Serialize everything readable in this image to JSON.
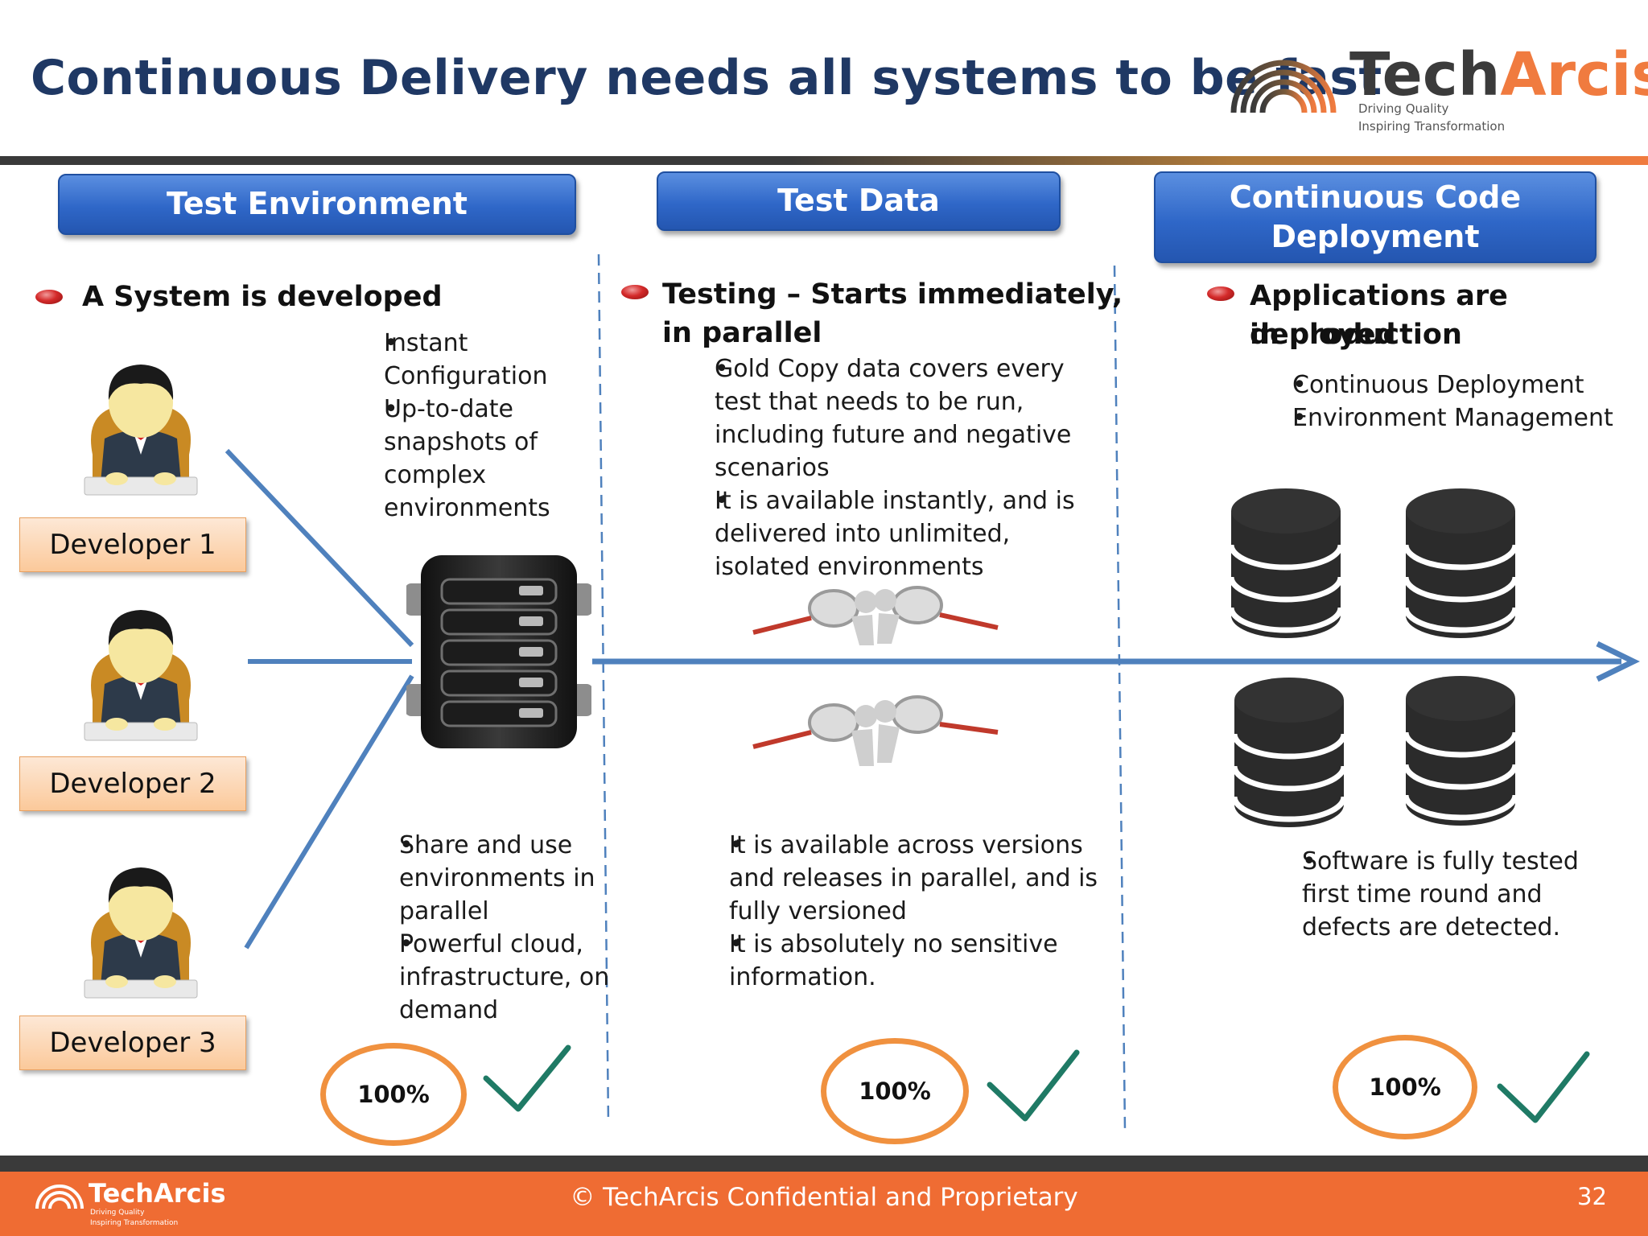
{
  "slide": {
    "title": "Continuous Delivery needs all systems to be fast",
    "page_number": "32"
  },
  "logo": {
    "name_part1": "Tech",
    "name_part2": "Arcis",
    "tagline_line1": "Driving Quality",
    "tagline_line2": "Inspiring Transformation"
  },
  "columns": {
    "environment": {
      "header": "Test Environment",
      "heading": "A System is developed",
      "bullets_top": [
        "Instant Configuration",
        "Up-to-date snapshots of complex environments"
      ],
      "bullets_bottom": [
        "Share and use environments in parallel",
        "Powerful cloud, infrastructure, on demand"
      ],
      "badge": "100%",
      "developers": [
        "Developer 1",
        "Developer 2",
        "Developer 3"
      ]
    },
    "data": {
      "header": "Test Data",
      "heading_line1": "Testing – Starts immediately,",
      "heading_line2": "in parallel",
      "bullets_top": [
        "Gold Copy data covers every test that needs to be run, including future and negative scenarios",
        "It is available instantly, and is delivered into unlimited, isolated environments"
      ],
      "bullets_bottom": [
        "It is available across versions and releases in parallel, and is fully versioned",
        "It is absolutely no sensitive information."
      ],
      "badge": "100%"
    },
    "deployment": {
      "header_line1": "Continuous Code",
      "header_line2": "Deployment",
      "heading_line1": "Applications are deployed",
      "heading_line2": "in production",
      "bullets_top": [
        "Continuous Deployment",
        "Environment Management"
      ],
      "bullets_bottom": [
        "Software is fully tested first time round and defects are detected."
      ],
      "badge": "100%"
    }
  },
  "footer": {
    "text": "© TechArcis Confidential and Proprietary",
    "logo_name_part1": "Tech",
    "logo_name_part2": "Arcis",
    "logo_tagline_line1": "Driving Quality",
    "logo_tagline_line2": "Inspiring Transformation"
  },
  "colors": {
    "title": "#1f3864",
    "accent_orange": "#f07b3f",
    "header_blue": "#2f67c8",
    "arrow_blue": "#4f81bd",
    "check_green": "#1f7a65"
  },
  "icons": [
    "developer-icon",
    "server-icon",
    "magnifier-figure-icon",
    "database-icon",
    "checkmark-icon",
    "red-bullet-icon"
  ]
}
